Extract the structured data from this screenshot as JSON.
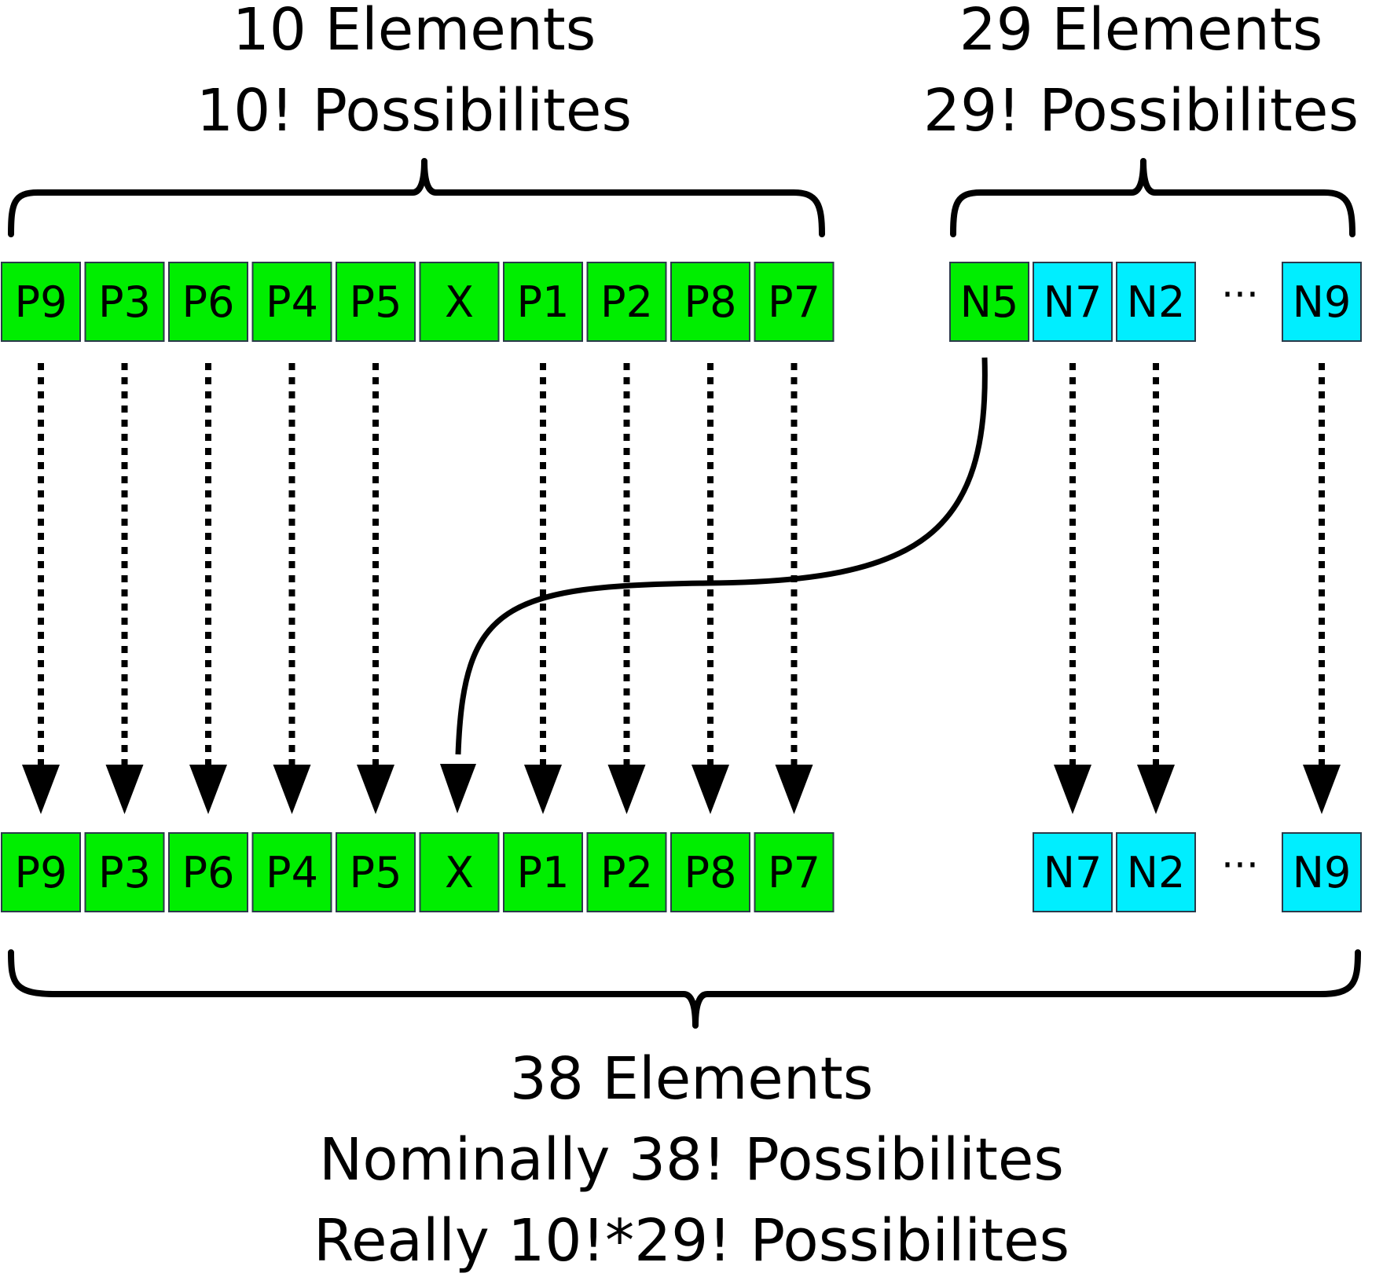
{
  "top_left": {
    "line1": "10 Elements",
    "line2": "10! Possibilites"
  },
  "top_right": {
    "line1": "29 Elements",
    "line2": "29! Possibilites"
  },
  "bottom": {
    "line1": "38 Elements",
    "line2": "Nominally 38! Possibilites",
    "line3": "Really 10!*29! Possibilites"
  },
  "top_row_left": [
    "P9",
    "P3",
    "P6",
    "P4",
    "P5",
    "X",
    "P1",
    "P2",
    "P8",
    "P7"
  ],
  "top_row_right": [
    "N5",
    "N7",
    "N2",
    "N9"
  ],
  "bottom_row_left": [
    "P9",
    "P3",
    "P6",
    "P4",
    "P5",
    "X",
    "P1",
    "P2",
    "P8",
    "P7"
  ],
  "bottom_row_right": [
    "N7",
    "N2",
    "N9"
  ],
  "ellipsis": "···",
  "colors": {
    "green": "#00ee00",
    "cyan": "#00eeff",
    "cell_border": "#2a3a4a",
    "ink": "#000000"
  }
}
